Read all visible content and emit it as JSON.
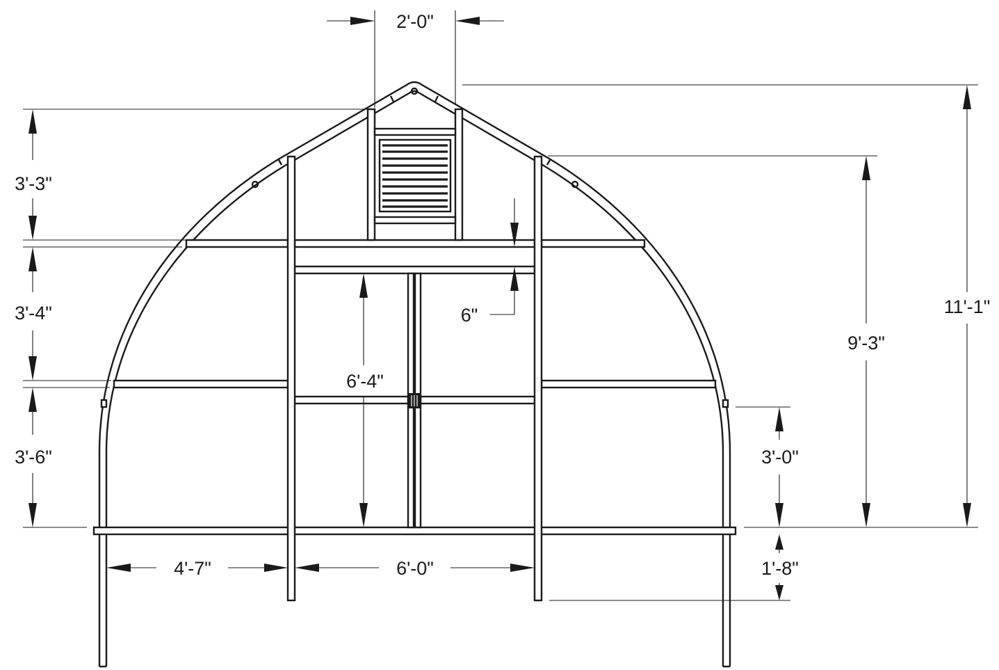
{
  "dimensions": {
    "peak_width": "2'-0\"",
    "overall_height": "11'-1\"",
    "eave_height": "9'-3\"",
    "upper_section": "3'-3\"",
    "middle_section": "3'-4\"",
    "lower_section": "3'-6\"",
    "header_depth": "6\"",
    "door_height": "6'-4\"",
    "side_span": "4'-7\"",
    "door_width": "6'-0\"",
    "baseboard_height": "3'-0\"",
    "ground_depth": "1'-8\""
  }
}
